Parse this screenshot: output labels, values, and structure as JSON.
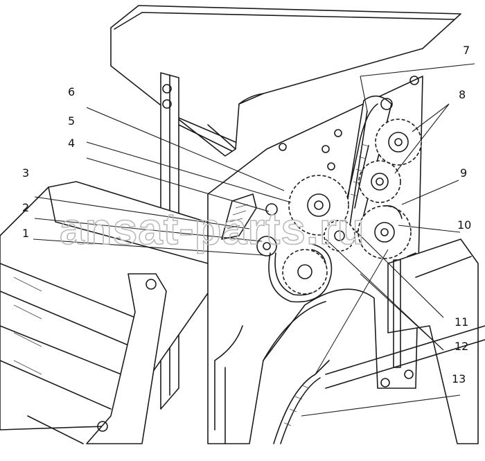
{
  "figure": {
    "callouts": [
      "1",
      "2",
      "3",
      "4",
      "5",
      "6",
      "7",
      "8",
      "9",
      "10",
      "11",
      "12",
      "13"
    ],
    "watermark": "ansat-parts.ru"
  }
}
